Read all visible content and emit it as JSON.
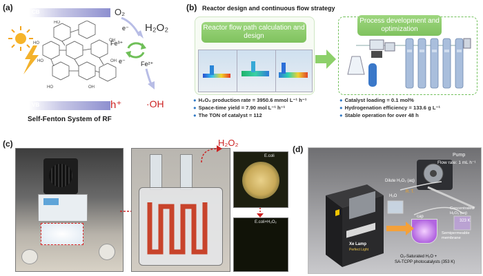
{
  "panel_a": {
    "label": "(a)",
    "cb_label": "CB",
    "vb_label": "VB",
    "o2": "O₂",
    "h2o2": "H₂O₂",
    "fe3": "Fe³⁺",
    "fe2": "Fe²⁺",
    "e1": "e⁻",
    "e2": "e⁻",
    "hplus": "h⁺",
    "oh": "·OH",
    "caption": "Self-Fenton System of RF"
  },
  "panel_b": {
    "label": "(b)",
    "title": "Reactor design and continuous flow strategy",
    "box1_title": "Reactor flow path calculation and design",
    "box2_title": "Process development and optimization",
    "bullets_left": [
      "H₂O₂ production rate = 3950.6 mmol L⁻¹ h⁻¹",
      "Space-time yield = 7.90 mol L⁻¹ h⁻¹",
      "The TON of catalyst = 112"
    ],
    "bullets_right": [
      "Catalyst loading = 0.1 mol%",
      "Hydrogenation efficiency = 133.6 g L⁻¹",
      "Stable operation for over 48 h"
    ],
    "colors": {
      "green_box": "#8fcf6e",
      "arrow": "#8dd06a",
      "bullet": "#2f78c4"
    }
  },
  "panel_c": {
    "label": "(c)",
    "h2o2": "H₂O₂",
    "ecoli": "E.coli",
    "ecoli_h2o2": "E.coli+H₂O₂"
  },
  "panel_d": {
    "label": "(d)",
    "pump": "Pump",
    "flow_rate": "Flow rate: 1 mL h⁻¹",
    "dilute": "Dilute H₂O₂ (aq)",
    "h2o": "H₂O",
    "rt": "R. T.",
    "concentrated": "Concentrated H₂O₂ (aq)",
    "temp_323": "323 K",
    "cap": "cap",
    "semipermeable": "Semipermeable membrane",
    "xe_lamp": "Xe Lamp",
    "perfect_light": "Perfect Light",
    "saturated": "O₂-Saturated H₂O +",
    "catalyst": "SA-TCPP photocatalysts (353 K)"
  }
}
